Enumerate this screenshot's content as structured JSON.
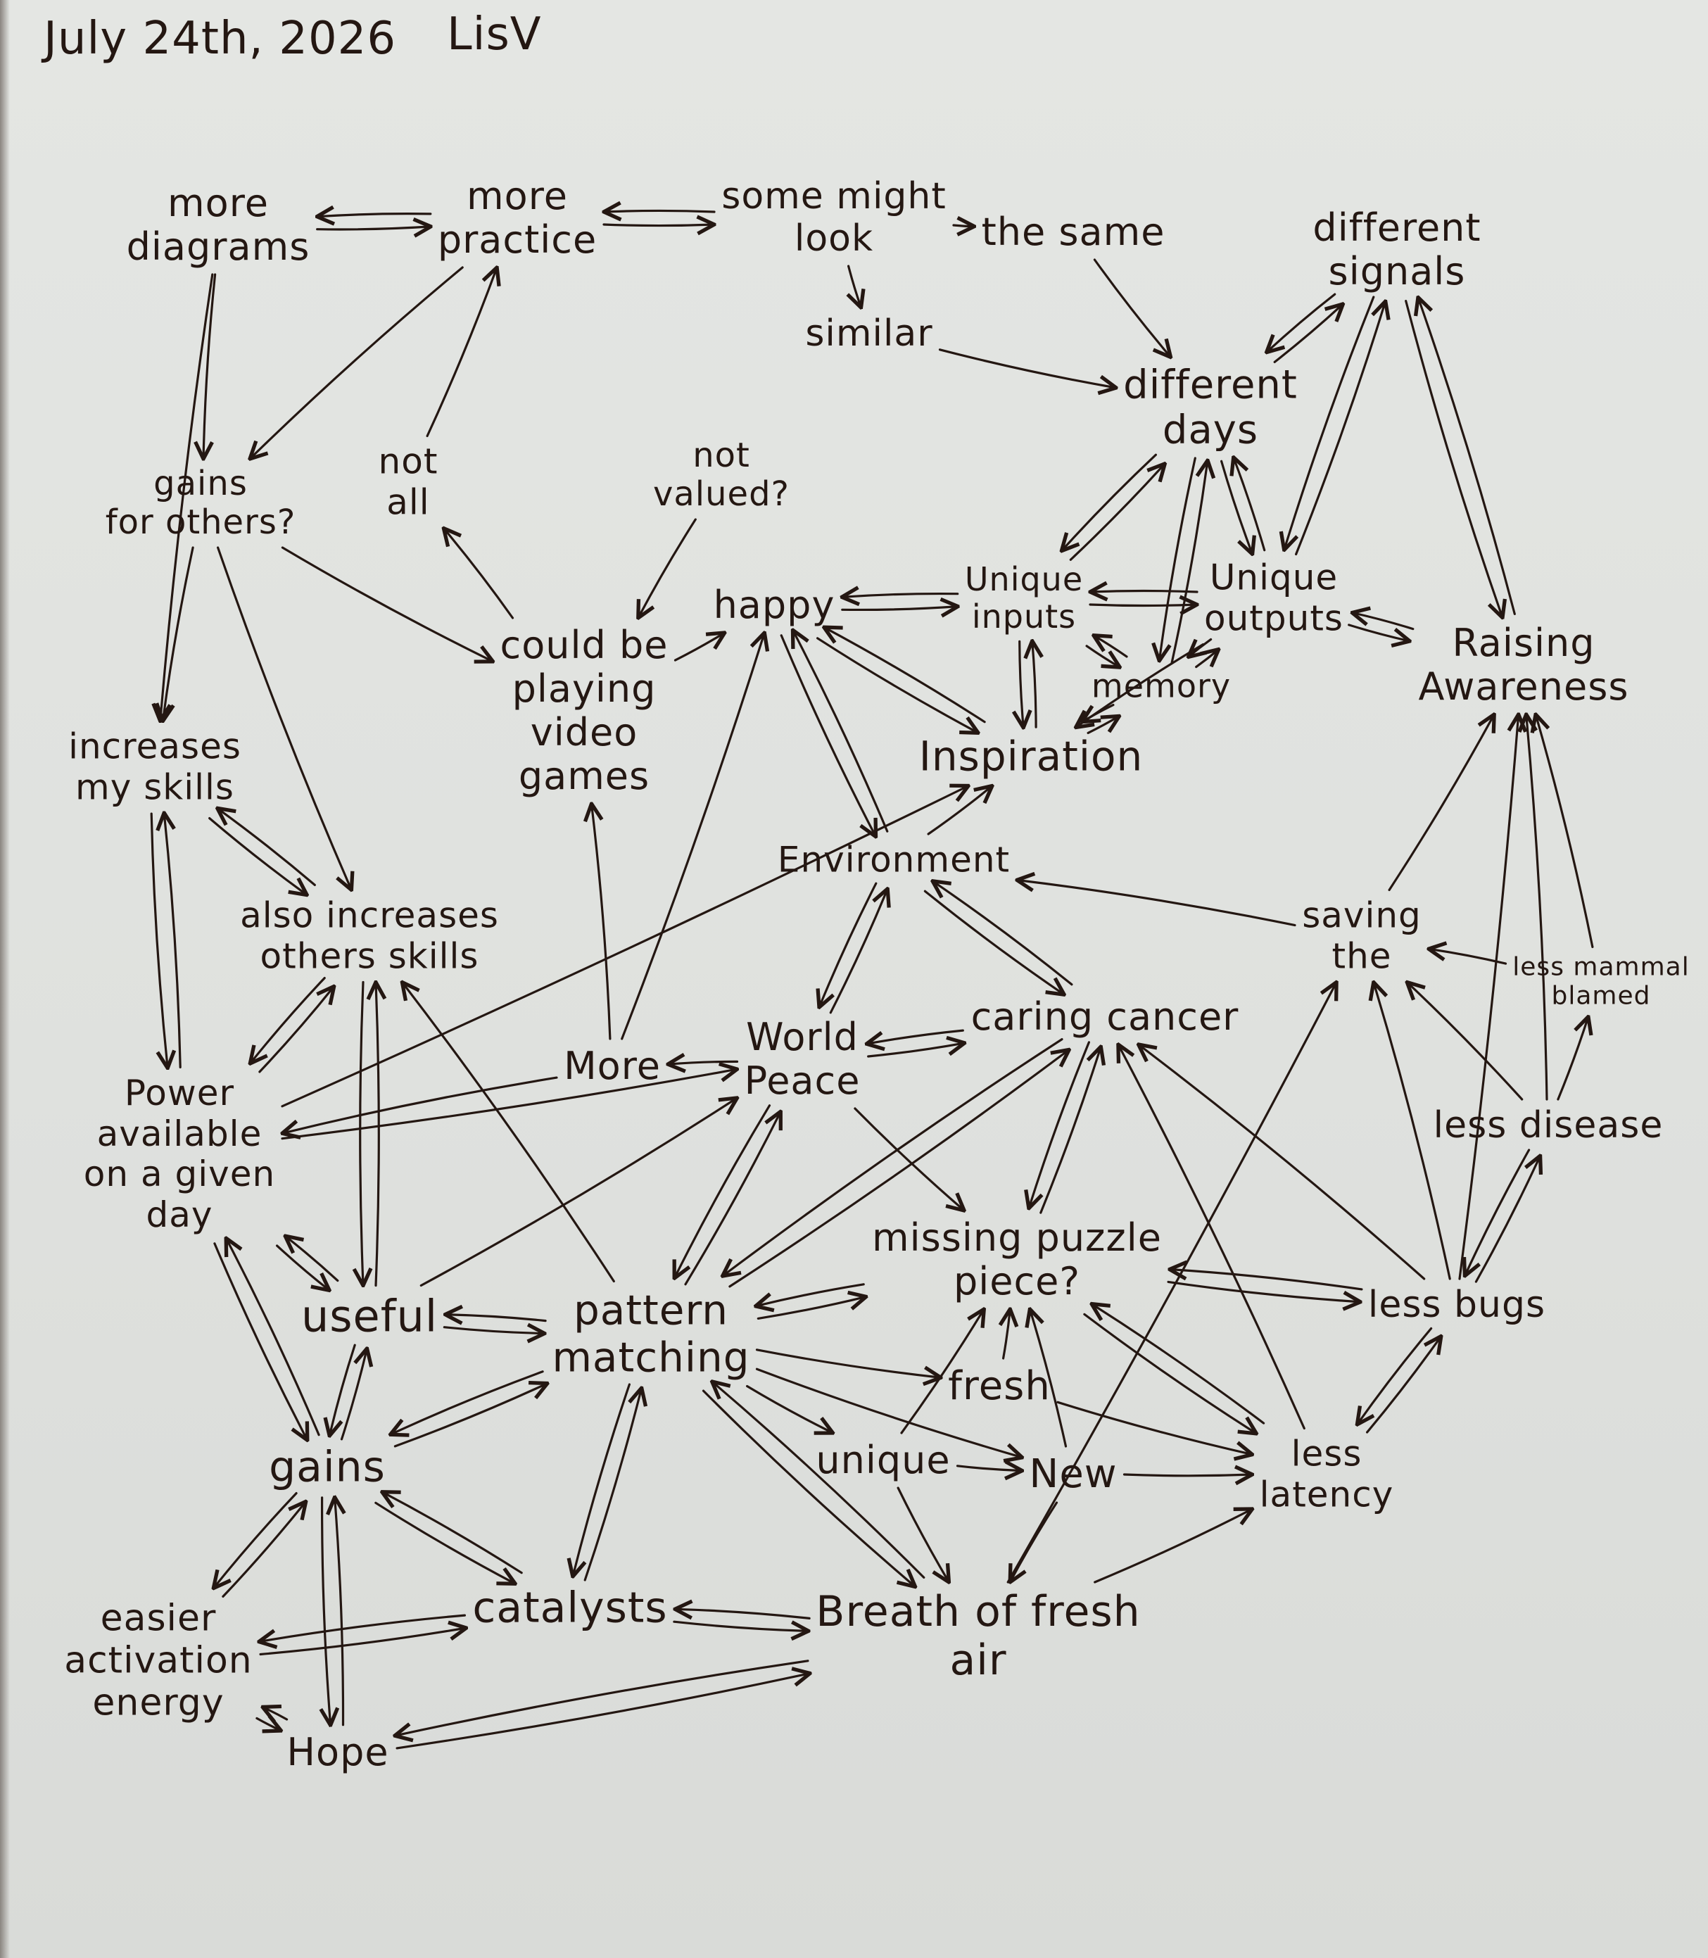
{
  "header": {
    "date": "July 24th, 2026",
    "author": "LisV"
  },
  "ink_color": "#241712",
  "paper_color": "#e2e4e1",
  "nodes": [
    {
      "id": "more_diagrams",
      "label": "more\ndiagrams"
    },
    {
      "id": "more_practice",
      "label": "more\npractice"
    },
    {
      "id": "some_might_look",
      "label": "some might\nlook"
    },
    {
      "id": "the_same",
      "label": "the same"
    },
    {
      "id": "similar",
      "label": "similar"
    },
    {
      "id": "different_signals",
      "label": "different\nsignals"
    },
    {
      "id": "different_days",
      "label": "different\ndays"
    },
    {
      "id": "gains_for_others",
      "label": "gains\nfor others?"
    },
    {
      "id": "not_all",
      "label": "not\nall"
    },
    {
      "id": "not_valued",
      "label": "not\nvalued?"
    },
    {
      "id": "could_be_playing",
      "label": "could be\nplaying\nvideo\ngames"
    },
    {
      "id": "happy",
      "label": "happy"
    },
    {
      "id": "unique_inputs",
      "label": "Unique\ninputs"
    },
    {
      "id": "unique_outputs",
      "label": "Unique\noutputs"
    },
    {
      "id": "raising_awareness",
      "label": "Raising\nAwareness"
    },
    {
      "id": "memory",
      "label": "memory"
    },
    {
      "id": "inspiration",
      "label": "Inspiration"
    },
    {
      "id": "increases_my_skills",
      "label": "increases\nmy skills"
    },
    {
      "id": "environment",
      "label": "Environment"
    },
    {
      "id": "also_increases",
      "label": "also increases\nothers skills"
    },
    {
      "id": "saving_the",
      "label": "saving\nthe"
    },
    {
      "id": "less_mammal",
      "label": "less mammal\nblamed"
    },
    {
      "id": "world_peace",
      "label": "World\nPeace"
    },
    {
      "id": "caring_cancer",
      "label": "caring cancer"
    },
    {
      "id": "more",
      "label": "More"
    },
    {
      "id": "power_available",
      "label": "Power\navailable\non a given\nday"
    },
    {
      "id": "less_disease",
      "label": "less disease"
    },
    {
      "id": "missing_puzzle",
      "label": "missing puzzle\npiece?"
    },
    {
      "id": "useful",
      "label": "useful"
    },
    {
      "id": "pattern_matching",
      "label": "pattern\nmatching"
    },
    {
      "id": "less_bugs",
      "label": "less bugs"
    },
    {
      "id": "fresh",
      "label": "fresh"
    },
    {
      "id": "less_latency",
      "label": "less\nlatency"
    },
    {
      "id": "gains",
      "label": "gains"
    },
    {
      "id": "unique",
      "label": "unique"
    },
    {
      "id": "new",
      "label": "New"
    },
    {
      "id": "easier_activation",
      "label": "easier\nactivation\nenergy"
    },
    {
      "id": "catalysts",
      "label": "catalysts"
    },
    {
      "id": "breath_of_fresh_air",
      "label": "Breath of fresh\nair"
    },
    {
      "id": "hope",
      "label": "Hope"
    }
  ],
  "edges": [
    {
      "from": "more_diagrams",
      "to": "more_practice",
      "dir": "both"
    },
    {
      "from": "more_practice",
      "to": "some_might_look",
      "dir": "both"
    },
    {
      "from": "some_might_look",
      "to": "the_same",
      "dir": "forward"
    },
    {
      "from": "some_might_look",
      "to": "similar",
      "dir": "forward"
    },
    {
      "from": "the_same",
      "to": "different_days",
      "dir": "forward"
    },
    {
      "from": "similar",
      "to": "different_days",
      "dir": "forward"
    },
    {
      "from": "different_days",
      "to": "different_signals",
      "dir": "both"
    },
    {
      "from": "more_diagrams",
      "to": "gains_for_others",
      "dir": "forward"
    },
    {
      "from": "more_diagrams",
      "to": "increases_my_skills",
      "dir": "forward"
    },
    {
      "from": "more_practice",
      "to": "gains_for_others",
      "dir": "forward"
    },
    {
      "from": "not_all",
      "to": "more_practice",
      "dir": "forward"
    },
    {
      "from": "could_be_playing",
      "to": "not_all",
      "dir": "forward"
    },
    {
      "from": "not_valued",
      "to": "could_be_playing",
      "dir": "forward"
    },
    {
      "from": "gains_for_others",
      "to": "could_be_playing",
      "dir": "forward"
    },
    {
      "from": "gains_for_others",
      "to": "increases_my_skills",
      "dir": "forward"
    },
    {
      "from": "gains_for_others",
      "to": "also_increases",
      "dir": "forward"
    },
    {
      "from": "could_be_playing",
      "to": "happy",
      "dir": "forward"
    },
    {
      "from": "happy",
      "to": "unique_inputs",
      "dir": "both"
    },
    {
      "from": "unique_inputs",
      "to": "unique_outputs",
      "dir": "both"
    },
    {
      "from": "unique_outputs",
      "to": "raising_awareness",
      "dir": "both"
    },
    {
      "from": "different_days",
      "to": "unique_inputs",
      "dir": "both"
    },
    {
      "from": "different_days",
      "to": "unique_outputs",
      "dir": "both"
    },
    {
      "from": "different_days",
      "to": "memory",
      "dir": "both"
    },
    {
      "from": "different_signals",
      "to": "unique_outputs",
      "dir": "both"
    },
    {
      "from": "different_signals",
      "to": "raising_awareness",
      "dir": "both"
    },
    {
      "from": "unique_inputs",
      "to": "memory",
      "dir": "both"
    },
    {
      "from": "unique_outputs",
      "to": "memory",
      "dir": "both"
    },
    {
      "from": "memory",
      "to": "inspiration",
      "dir": "both"
    },
    {
      "from": "unique_inputs",
      "to": "inspiration",
      "dir": "both"
    },
    {
      "from": "happy",
      "to": "inspiration",
      "dir": "both"
    },
    {
      "from": "happy",
      "to": "environment",
      "dir": "both"
    },
    {
      "from": "unique_outputs",
      "to": "inspiration",
      "dir": "forward"
    },
    {
      "from": "environment",
      "to": "inspiration",
      "dir": "forward"
    },
    {
      "from": "increases_my_skills",
      "to": "also_increases",
      "dir": "both"
    },
    {
      "from": "increases_my_skills",
      "to": "power_available",
      "dir": "both"
    },
    {
      "from": "also_increases",
      "to": "power_available",
      "dir": "both"
    },
    {
      "from": "also_increases",
      "to": "useful",
      "dir": "both"
    },
    {
      "from": "environment",
      "to": "world_peace",
      "dir": "both"
    },
    {
      "from": "environment",
      "to": "caring_cancer",
      "dir": "both"
    },
    {
      "from": "world_peace",
      "to": "caring_cancer",
      "dir": "both"
    },
    {
      "from": "world_peace",
      "to": "more",
      "dir": "forward"
    },
    {
      "from": "more",
      "to": "happy",
      "dir": "forward"
    },
    {
      "from": "more",
      "to": "could_be_playing",
      "dir": "forward"
    },
    {
      "from": "power_available",
      "to": "inspiration",
      "dir": "forward"
    },
    {
      "from": "power_available",
      "to": "world_peace",
      "dir": "forward"
    },
    {
      "from": "more",
      "to": "power_available",
      "dir": "forward"
    },
    {
      "from": "saving_the",
      "to": "environment",
      "dir": "forward"
    },
    {
      "from": "caring_cancer",
      "to": "missing_puzzle",
      "dir": "both"
    },
    {
      "from": "world_peace",
      "to": "missing_puzzle",
      "dir": "forward"
    },
    {
      "from": "saving_the",
      "to": "raising_awareness",
      "dir": "forward"
    },
    {
      "from": "less_mammal",
      "to": "raising_awareness",
      "dir": "forward"
    },
    {
      "from": "less_mammal",
      "to": "saving_the",
      "dir": "forward"
    },
    {
      "from": "less_disease",
      "to": "less_mammal",
      "dir": "forward"
    },
    {
      "from": "less_disease",
      "to": "saving_the",
      "dir": "forward"
    },
    {
      "from": "less_disease",
      "to": "raising_awareness",
      "dir": "forward"
    },
    {
      "from": "less_bugs",
      "to": "less_disease",
      "dir": "both"
    },
    {
      "from": "less_bugs",
      "to": "saving_the",
      "dir": "forward"
    },
    {
      "from": "less_bugs",
      "to": "raising_awareness",
      "dir": "forward"
    },
    {
      "from": "less_bugs",
      "to": "missing_puzzle",
      "dir": "both"
    },
    {
      "from": "less_bugs",
      "to": "caring_cancer",
      "dir": "forward"
    },
    {
      "from": "less_latency",
      "to": "less_bugs",
      "dir": "both"
    },
    {
      "from": "less_latency",
      "to": "missing_puzzle",
      "dir": "both"
    },
    {
      "from": "less_latency",
      "to": "caring_cancer",
      "dir": "forward"
    },
    {
      "from": "power_available",
      "to": "useful",
      "dir": "both"
    },
    {
      "from": "power_available",
      "to": "gains",
      "dir": "both"
    },
    {
      "from": "useful",
      "to": "pattern_matching",
      "dir": "both"
    },
    {
      "from": "useful",
      "to": "world_peace",
      "dir": "forward"
    },
    {
      "from": "pattern_matching",
      "to": "world_peace",
      "dir": "both"
    },
    {
      "from": "pattern_matching",
      "to": "caring_cancer",
      "dir": "both"
    },
    {
      "from": "pattern_matching",
      "to": "missing_puzzle",
      "dir": "both"
    },
    {
      "from": "pattern_matching",
      "to": "also_increases",
      "dir": "forward"
    },
    {
      "from": "pattern_matching",
      "to": "fresh",
      "dir": "forward"
    },
    {
      "from": "pattern_matching",
      "to": "unique",
      "dir": "forward"
    },
    {
      "from": "pattern_matching",
      "to": "new",
      "dir": "forward"
    },
    {
      "from": "pattern_matching",
      "to": "catalysts",
      "dir": "both"
    },
    {
      "from": "pattern_matching",
      "to": "breath_of_fresh_air",
      "dir": "both"
    },
    {
      "from": "fresh",
      "to": "missing_puzzle",
      "dir": "forward"
    },
    {
      "from": "fresh",
      "to": "less_latency",
      "dir": "forward"
    },
    {
      "from": "unique",
      "to": "new",
      "dir": "forward"
    },
    {
      "from": "unique",
      "to": "breath_of_fresh_air",
      "dir": "forward"
    },
    {
      "from": "unique",
      "to": "missing_puzzle",
      "dir": "forward"
    },
    {
      "from": "new",
      "to": "less_latency",
      "dir": "forward"
    },
    {
      "from": "new",
      "to": "breath_of_fresh_air",
      "dir": "forward"
    },
    {
      "from": "new",
      "to": "missing_puzzle",
      "dir": "forward"
    },
    {
      "from": "breath_of_fresh_air",
      "to": "less_latency",
      "dir": "forward"
    },
    {
      "from": "breath_of_fresh_air",
      "to": "saving_the",
      "dir": "forward"
    },
    {
      "from": "useful",
      "to": "gains",
      "dir": "both"
    },
    {
      "from": "gains",
      "to": "pattern_matching",
      "dir": "both"
    },
    {
      "from": "gains",
      "to": "catalysts",
      "dir": "both"
    },
    {
      "from": "gains",
      "to": "easier_activation",
      "dir": "both"
    },
    {
      "from": "gains",
      "to": "hope",
      "dir": "both"
    },
    {
      "from": "easier_activation",
      "to": "catalysts",
      "dir": "both"
    },
    {
      "from": "easier_activation",
      "to": "hope",
      "dir": "both"
    },
    {
      "from": "catalysts",
      "to": "breath_of_fresh_air",
      "dir": "both"
    },
    {
      "from": "hope",
      "to": "breath_of_fresh_air",
      "dir": "both"
    }
  ]
}
